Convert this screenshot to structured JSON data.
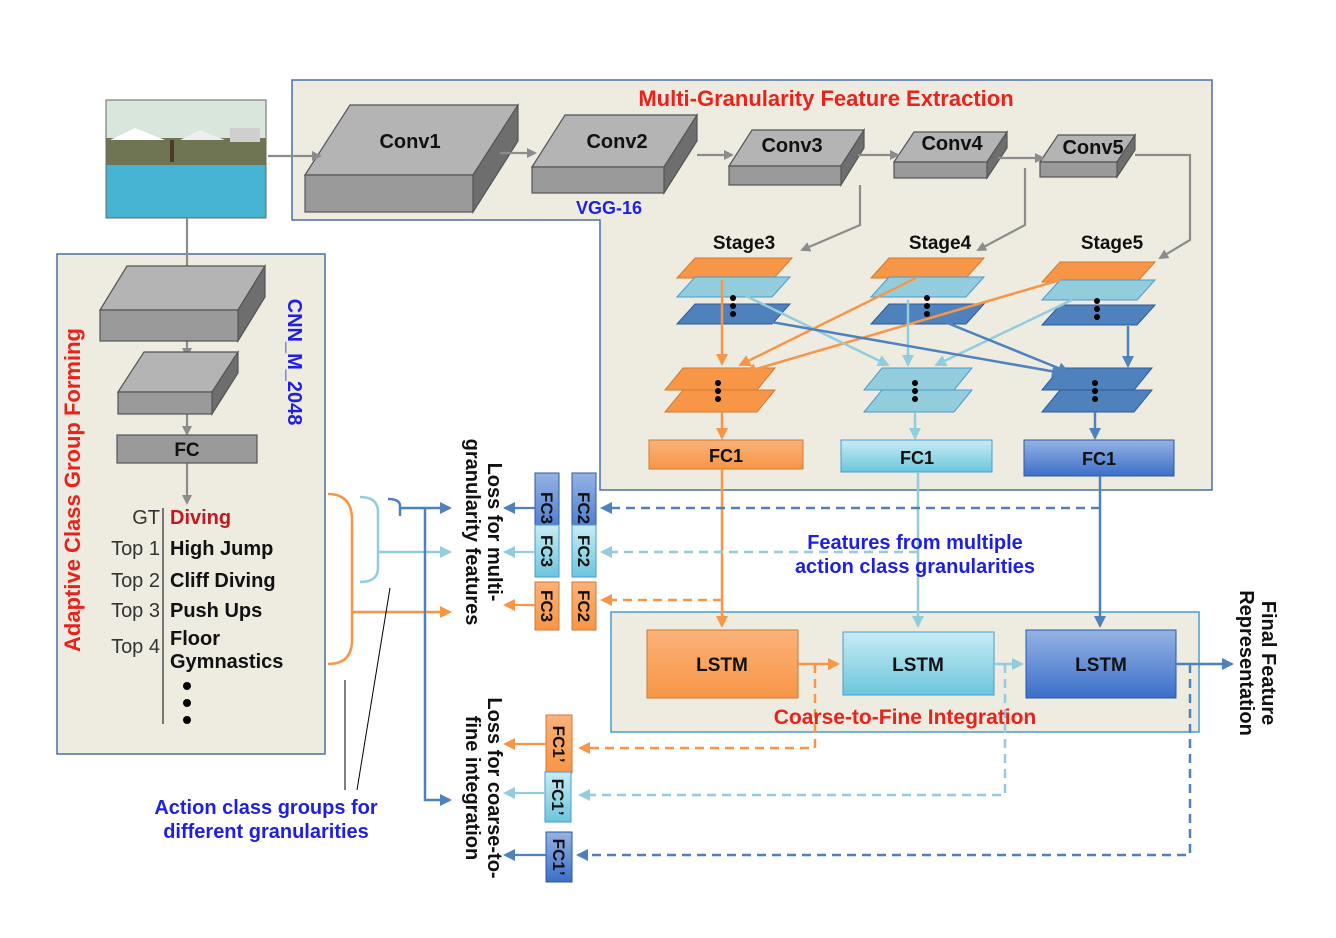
{
  "titles": {
    "feature_extraction": "Multi-Granularity Feature Extraction",
    "class_group": "Adaptive Class Group Forming",
    "integration": "Coarse-to-Fine Integration"
  },
  "backbone": {
    "conv1": "Conv1",
    "conv2": "Conv2",
    "conv3": "Conv3",
    "conv4": "Conv4",
    "conv5": "Conv5",
    "name": "VGG-16"
  },
  "stages": {
    "s3": "Stage3",
    "s4": "Stage4",
    "s5": "Stage5"
  },
  "fc1": "FC1",
  "cnn": {
    "fc": "FC",
    "name": "CNN_M_2048"
  },
  "ranking": {
    "gt_label": "GT",
    "gt_value": "Diving",
    "items": [
      {
        "rank": "Top 1",
        "name": "High Jump"
      },
      {
        "rank": "Top 2",
        "name": "Cliff Diving"
      },
      {
        "rank": "Top 3",
        "name": "Push Ups"
      },
      {
        "rank": "Top 4",
        "name1": "Floor",
        "name2": "Gymnastics"
      }
    ]
  },
  "heads": {
    "fc2": "FC2",
    "fc3": "FC3",
    "fc1p": "FC1’"
  },
  "lstm": "LSTM",
  "annotations": {
    "features_line1": "Features from multiple",
    "features_line2": "action class granularities",
    "groups_line1": "Action class groups for",
    "groups_line2": "different granularities",
    "final_line1": "Final Feature",
    "final_line2": "Representation",
    "loss_multi_line1": "Loss for multi-",
    "loss_multi_line2": "granularity features",
    "loss_c2f_line1": "Loss for coarse-to-",
    "loss_c2f_line2": "fine integration"
  },
  "colors": {
    "orange": "#f79646",
    "light_blue": "#93cddd",
    "blue": "#4f81bd",
    "red_title": "#e8231c",
    "blue_text": "#1f1fe0",
    "panel": "#eeece1",
    "gray_block": "#9a9a9a"
  }
}
